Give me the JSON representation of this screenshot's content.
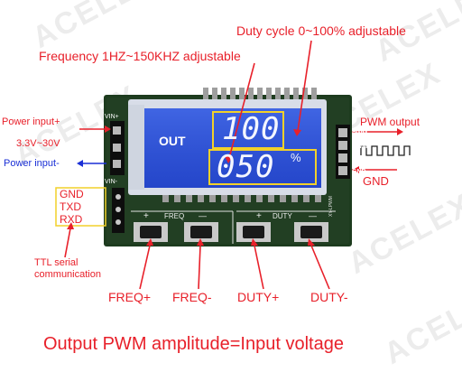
{
  "annotations": {
    "duty_cycle": "Duty cycle 0~100% adjustable",
    "frequency": "Frequency 1HZ~150KHZ adjustable",
    "power_input_plus": "Power input+",
    "voltage_range": "3.3V~30V",
    "power_input_minus": "Power input-",
    "pwm_output": "PWM output",
    "gnd": "GND",
    "ttl_serial": "TTL serial",
    "communication": "communication",
    "freq_plus": "FREQ+",
    "freq_minus": "FREQ-",
    "duty_plus": "DUTY+",
    "duty_minus": "DUTY-",
    "footer": "Output PWM amplitude=Input voltage"
  },
  "serial_pins": [
    "GND",
    "TXD",
    "RXD"
  ],
  "board": {
    "vin_plus": "VIN+",
    "vin_minus": "VIN-",
    "out_pins": [
      "PWM",
      "PWM",
      "GND",
      "GND"
    ],
    "model": "XY-LPWM",
    "freq_silk": "FREQ",
    "duty_silk": "DUTY",
    "plus": "+",
    "minus": "—"
  },
  "lcd": {
    "out_label": "OUT",
    "top_value": "100",
    "bottom_value": "050",
    "percent": "%"
  },
  "watermark": "ACELEX",
  "colors": {
    "annotation_red": "#e8202a",
    "annotation_blue": "#1a2fd6",
    "pcb_green": "#1d3b1e",
    "lcd_blue": "#2a4fd8",
    "highlight_yellow": "#f2d12a"
  }
}
